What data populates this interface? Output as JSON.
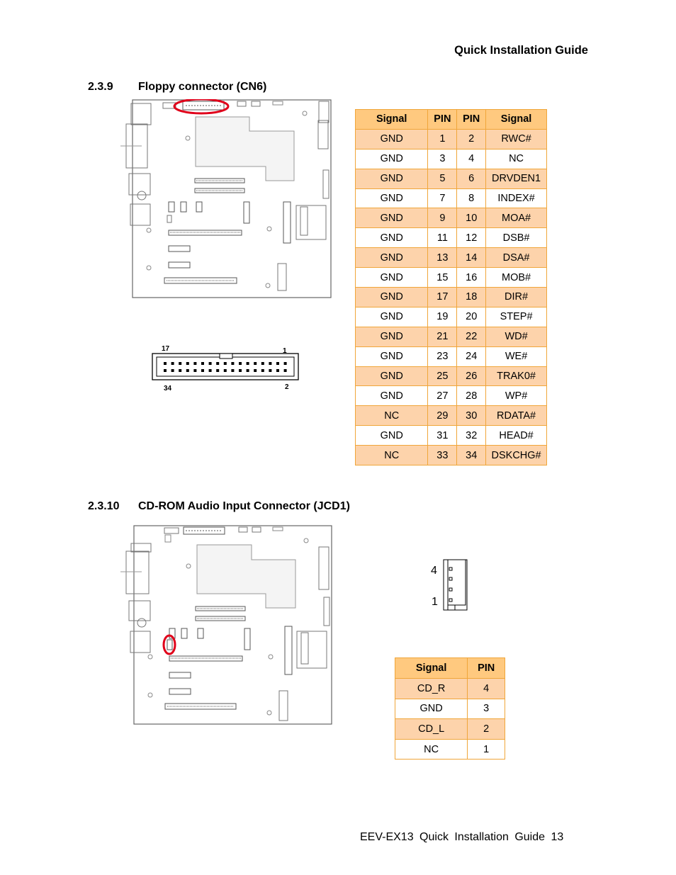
{
  "header": {
    "title": "Quick Installation Guide"
  },
  "section1": {
    "number": "2.3.9",
    "title": "Floppy connector (CN6)",
    "connector_pin_labels": {
      "top_left": "17",
      "top_right": "1",
      "bottom_left": "34",
      "bottom_right": "2"
    },
    "table": {
      "headers": [
        "Signal",
        "PIN",
        "PIN",
        "Signal"
      ],
      "rows": [
        [
          "GND",
          "1",
          "2",
          "RWC#"
        ],
        [
          "GND",
          "3",
          "4",
          "NC"
        ],
        [
          "GND",
          "5",
          "6",
          "DRVDEN1"
        ],
        [
          "GND",
          "7",
          "8",
          "INDEX#"
        ],
        [
          "GND",
          "9",
          "10",
          "MOA#"
        ],
        [
          "GND",
          "11",
          "12",
          "DSB#"
        ],
        [
          "GND",
          "13",
          "14",
          "DSA#"
        ],
        [
          "GND",
          "15",
          "16",
          "MOB#"
        ],
        [
          "GND",
          "17",
          "18",
          "DIR#"
        ],
        [
          "GND",
          "19",
          "20",
          "STEP#"
        ],
        [
          "GND",
          "21",
          "22",
          "WD#"
        ],
        [
          "GND",
          "23",
          "24",
          "WE#"
        ],
        [
          "GND",
          "25",
          "26",
          "TRAK0#"
        ],
        [
          "GND",
          "27",
          "28",
          "WP#"
        ],
        [
          "NC",
          "29",
          "30",
          "RDATA#"
        ],
        [
          "GND",
          "31",
          "32",
          "HEAD#"
        ],
        [
          "NC",
          "33",
          "34",
          "DSKCHG#"
        ]
      ]
    }
  },
  "section2": {
    "number": "2.3.10",
    "title": "CD-ROM Audio Input Connector (JCD1)",
    "connector_pin_labels": {
      "top": "4",
      "bottom": "1"
    },
    "table": {
      "headers": [
        "Signal",
        "PIN"
      ],
      "rows": [
        [
          "CD_R",
          "4"
        ],
        [
          "GND",
          "3"
        ],
        [
          "CD_L",
          "2"
        ],
        [
          "NC",
          "1"
        ]
      ]
    }
  },
  "footer": {
    "text": "EEV-EX13 Quick Installation Guide 13"
  },
  "colors": {
    "table_border": "#f0a63a",
    "table_header": "#ffc97f",
    "table_row_shaded": "#fdd3ab",
    "highlight": "#e0001a"
  }
}
